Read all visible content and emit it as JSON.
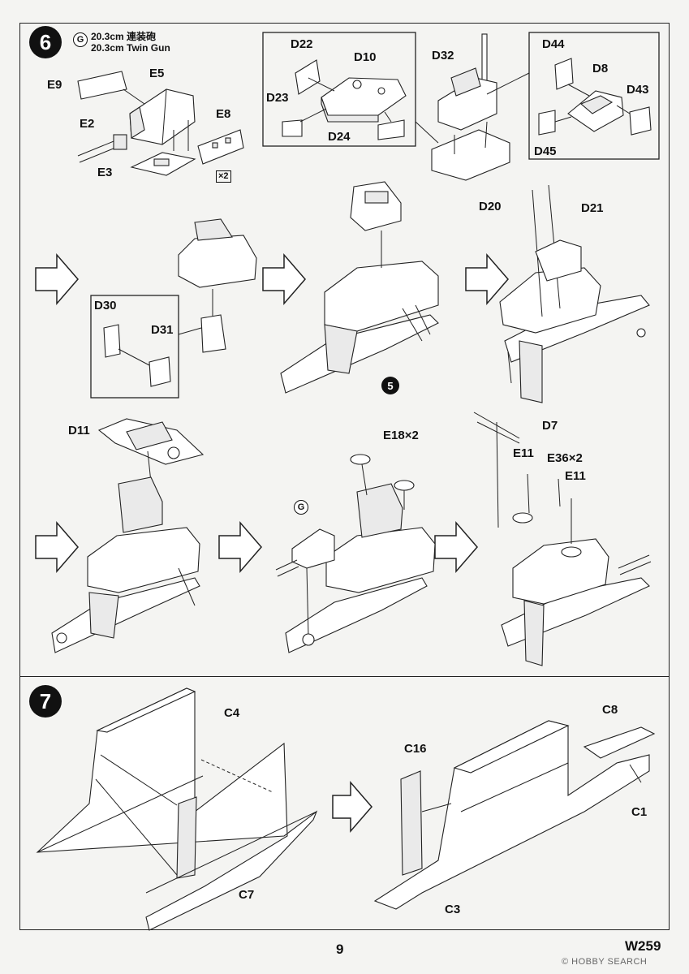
{
  "steps": {
    "six": "6",
    "seven": "7"
  },
  "step6": {
    "g_badge": "G",
    "title_cn": "20.3cm 連装砲",
    "title_en": "20.3cm Twin Gun",
    "labels": {
      "e9": "E9",
      "e5": "E5",
      "e2": "E2",
      "e8": "E8",
      "e3": "E3",
      "qty_x2": "×2",
      "d22": "D22",
      "d10": "D10",
      "d23": "D23",
      "d24": "D24",
      "d32": "D32",
      "d44": "D44",
      "d8": "D8",
      "d43": "D43",
      "d45": "D45",
      "d30": "D30",
      "d31": "D31",
      "d20": "D20",
      "d21": "D21",
      "sub5": "5",
      "d11": "D11",
      "e18x2": "E18×2",
      "g2": "G",
      "d7": "D7",
      "e11a": "E11",
      "e36x2": "E36×2",
      "e11b": "E11"
    }
  },
  "step7": {
    "labels": {
      "c4": "C4",
      "c7": "C7",
      "c8": "C8",
      "c16": "C16",
      "c1": "C1",
      "c3": "C3"
    }
  },
  "footer": {
    "page_number": "9",
    "code": "W259",
    "watermark": "© HOBBY SEARCH"
  }
}
